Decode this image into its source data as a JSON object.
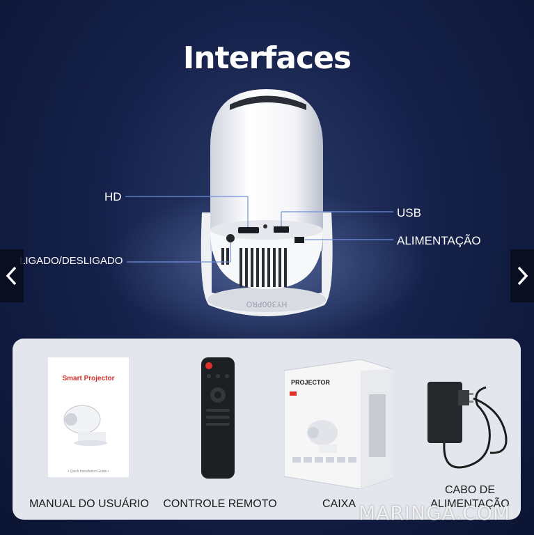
{
  "header": {
    "title": "Interfaces"
  },
  "callouts": {
    "hd": "HD",
    "usb": "USB",
    "power": "ALIMENTAÇÃO",
    "onoff": "LIGADO/DESLIGADO"
  },
  "device": {
    "model_text": "HY300PRO"
  },
  "nav": {
    "prev_icon": "chevron-left-icon",
    "next_icon": "chevron-right-icon"
  },
  "items": {
    "manual": {
      "label": "MANUAL DO USUÁRIO",
      "cover_title": "Smart Projector",
      "cover_footer": "• Quick Installation Guide •"
    },
    "remote": {
      "label": "CONTROLE REMOTO"
    },
    "box": {
      "label": "CAIXA",
      "brand": "PROJECTOR"
    },
    "cable": {
      "label": "CABO DE ALIMENTAÇÃO"
    }
  },
  "watermark": {
    "text": "MARINGA.COM"
  },
  "colors": {
    "accent_red": "#e0302a",
    "panel_bg": "#e3e6ec",
    "background": "#15214a"
  }
}
